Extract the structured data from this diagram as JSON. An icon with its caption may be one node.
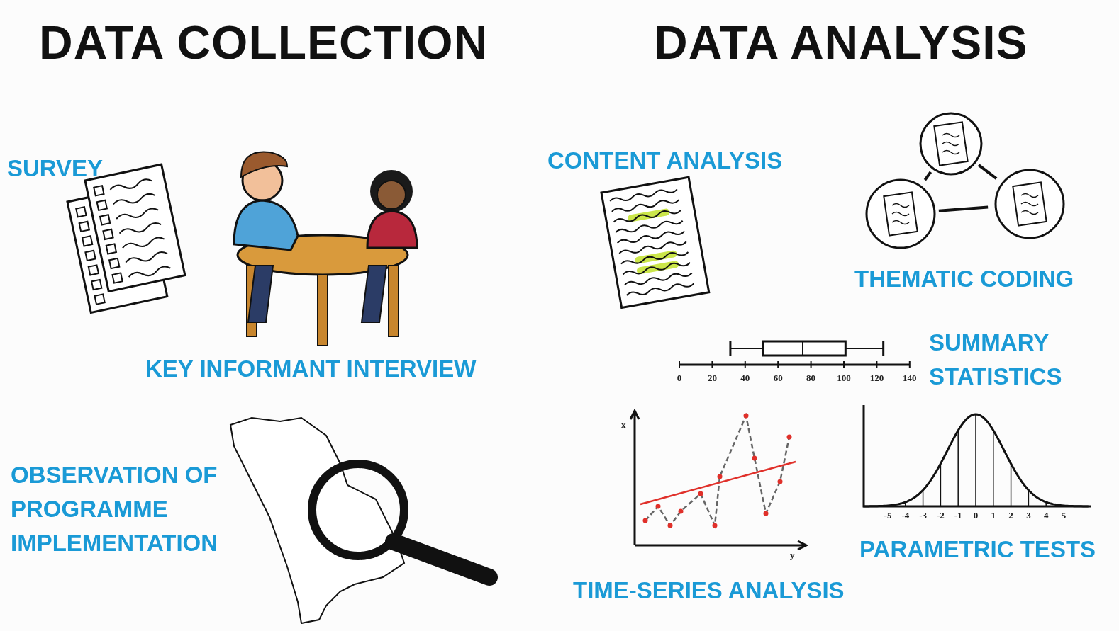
{
  "diagram": {
    "nodes": [
      {
        "text": [],
        "shape": "circle"
      },
      {
        "text": [],
        "shape": "circle"
      },
      {
        "text": [],
        "shape": "circle"
      }
    ],
    "edges": [
      {
        "from": 0,
        "to": 1,
        "arrow": "none"
      },
      {
        "from": 0,
        "to": 2,
        "arrow": "none"
      },
      {
        "from": 1,
        "to": 2,
        "arrow": "none"
      }
    ],
    "labels": [
      "DATA COLLECTION",
      "DATA ANALYSIS",
      "SURVEY",
      "KEY INFORMANT INTERVIEW",
      "OBSERVATION OF PROGRAMME IMPLEMENTATION",
      "CONTENT ANALYSIS",
      "THEMATIC CODING",
      "SUMMARY STATISTICS",
      "TIME-SERIES ANALYSIS",
      "PARAMETRIC TESTS",
      "0",
      "20",
      "40",
      "60",
      "80",
      "100",
      "120",
      "140",
      "x",
      "y",
      "-5",
      "-4",
      "-3",
      "-2",
      "-1",
      "0",
      "1",
      "2",
      "3",
      "4",
      "5"
    ]
  }
}
